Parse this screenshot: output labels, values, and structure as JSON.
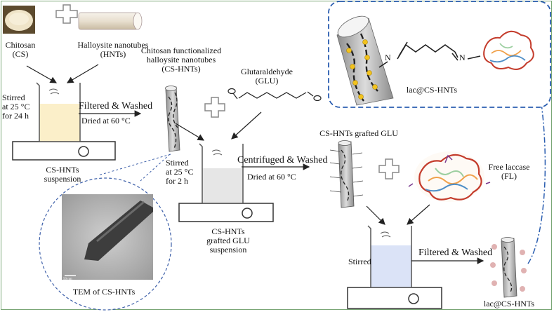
{
  "labels": {
    "chitosan": [
      "Chitosan",
      "(CS)"
    ],
    "halloysite": [
      "Halloysite nanotubes",
      "(HNTs)"
    ],
    "cs_hnts": [
      "Chitosan functionalized",
      "halloysite nanotubes",
      "(CS-HNTs)"
    ],
    "glutaraldehyde": [
      "Glutaraldehyde",
      "(GLU)"
    ],
    "stirred1": [
      "Stirred",
      "at 25 °C",
      "for 24 h"
    ],
    "filtered1": "Filtered & Washed",
    "dried1": "Dried at 60 °C",
    "suspension1": [
      "CS-HNTs",
      "suspension"
    ],
    "stirred2": [
      "Stirred",
      "at 25 °C",
      "for 2 h"
    ],
    "centrifuged": "Centrifuged & Washed",
    "dried2": "Dried at 60 °C",
    "suspension2": [
      "CS-HNTs",
      "grafted GLU",
      "suspension"
    ],
    "grafted": "CS-HNTs grafted GLU",
    "free_laccase": [
      "Free laccase",
      "(FL)"
    ],
    "stirred3": "Stirred",
    "filtered2": "Filtered & Washed",
    "lac_product": "lac@CS-HNTs",
    "lac_inset": "lac@CS-HNTs",
    "tem": "TEM of CS-HNTs",
    "scale": "50 nm",
    "n1": "N",
    "n2": "N"
  }
}
